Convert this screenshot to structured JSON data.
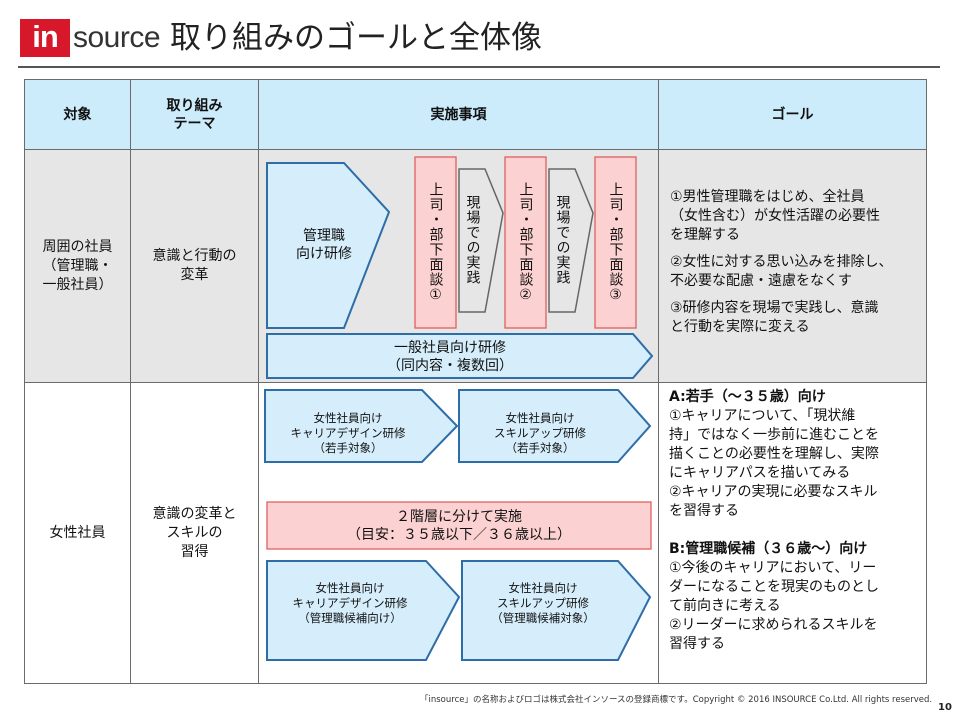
{
  "logo": {
    "in": "in",
    "rest": "source"
  },
  "title": "取り組みのゴールと全体像",
  "table": {
    "headers": {
      "target": "対象",
      "theme_line1": "取り組み",
      "theme_line2": "テーマ",
      "actions": "実施事項",
      "goal": "ゴール"
    },
    "row1": {
      "target": [
        "周囲の社員",
        "（管理職・",
        "一般社員）"
      ],
      "theme": [
        "意識と行動の",
        "変革"
      ],
      "mgmt_training": [
        "管理職",
        "向け研修"
      ],
      "meeting1": "上司・部下面談①",
      "practice1": "現場での実践",
      "meeting2": "上司・部下面談②",
      "practice2": "現場での実践",
      "meeting3": "上司・部下面談③",
      "general_training": [
        "一般社員向け研修",
        "（同内容・複数回）"
      ],
      "goals": [
        [
          "①男性管理職をはじめ、全社員",
          "（女性含む）が女性活躍の必要性",
          "を理解する"
        ],
        [
          "②女性に対する思い込みを排除し、",
          "不必要な配慮・遠慮をなくす"
        ],
        [
          "③研修内容を現場で実践し、意識",
          "と行動を実際に変える"
        ]
      ]
    },
    "row2": {
      "target": "女性社員",
      "theme": [
        "意識の変革と",
        "スキルの",
        "習得"
      ],
      "career_young": [
        "女性社員向け",
        "キャリアデザイン研修",
        "（若手対象）"
      ],
      "skill_young": [
        "女性社員向け",
        "スキルアップ研修",
        "（若手対象）"
      ],
      "split_note": [
        "２階層に分けて実施",
        "（目安：３５歳以下／３６歳以上）"
      ],
      "career_mgr": [
        "女性社員向け",
        "キャリアデザイン研修",
        "（管理職候補向け）"
      ],
      "skill_mgr": [
        "女性社員向け",
        "スキルアップ研修",
        "（管理職候補対象）"
      ],
      "goal_a_title": "A:若手（～３５歳）向け",
      "goal_a": [
        "①キャリアについて、「現状維",
        "持」ではなく一歩前に進むことを",
        "描くことの必要性を理解し、実際",
        "にキャリアパスを描いてみる",
        "②キャリアの実現に必要なスキル",
        "を習得する"
      ],
      "goal_b_title": "B:管理職候補（３６歳～）向け",
      "goal_b": [
        "①今後のキャリアにおいて、リー",
        "ダーになることを現実のものとし",
        "て前向きに考える",
        "②リーダーに求められるスキルを",
        "習得する"
      ]
    }
  },
  "footer": "「insource」の名称およびロゴは株式会社インソースの登録商標です。Copyright © 2016 INSOURCE Co.Ltd. All rights reserved.",
  "page_number": "10",
  "colors": {
    "brand_red": "#d7182a",
    "header_blue": "#ccecfb",
    "shape_blue": "#d6eefb",
    "shape_blue_stroke": "#2d6da8",
    "pink": "#fcd1d1",
    "pink_stroke": "#e06060",
    "gray_fill": "#e6e6e6"
  }
}
